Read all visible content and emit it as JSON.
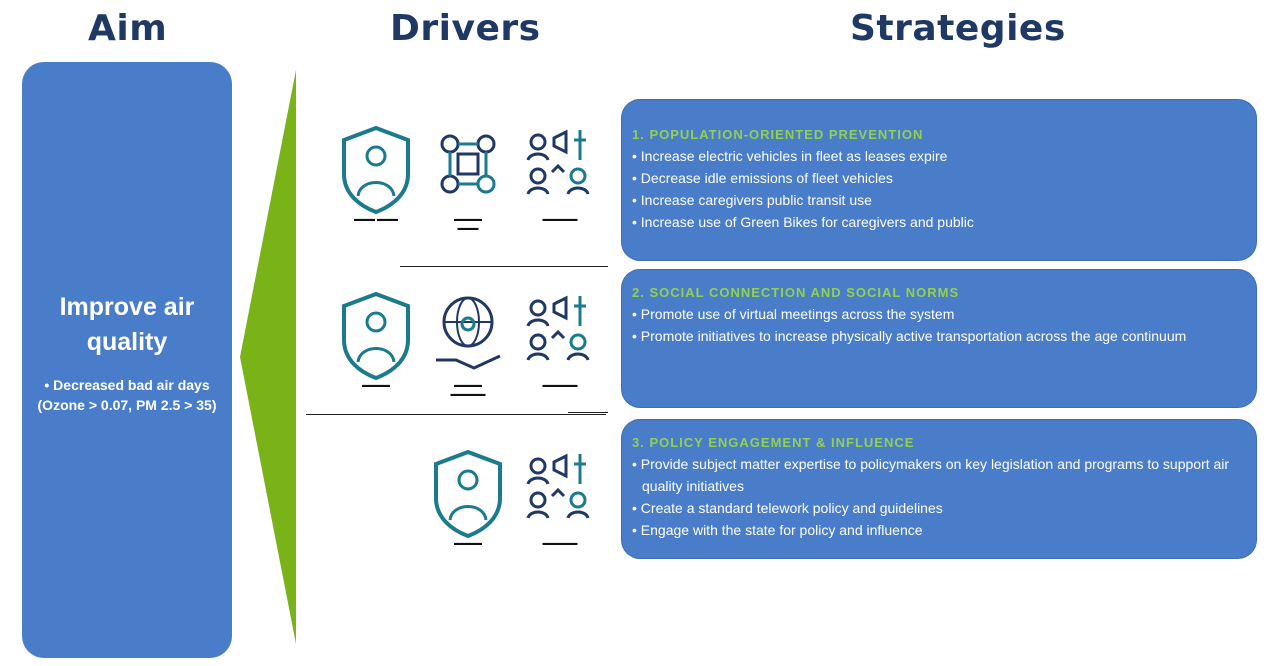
{
  "headers": {
    "aim": "Aim",
    "drivers": "Drivers",
    "strategies": "Strategies"
  },
  "aim": {
    "title": "Improve air quality",
    "bullet": "• Decreased bad air days (Ozone > 0.07, PM 2.5 > 35)"
  },
  "strategies": [
    {
      "heading": "1. Population-Oriented Prevention",
      "items": [
        "Increase electric vehicles in fleet as leases expire",
        "Decrease idle emissions of fleet vehicles",
        "Increase caregivers public transit use",
        "Increase use of Green Bikes for caregivers and public"
      ]
    },
    {
      "heading": "2. Social Connection and Social Norms",
      "items": [
        "Promote use of virtual meetings across the system",
        "Promote initiatives to increase physically active transportation across the age continuum"
      ]
    },
    {
      "heading": "3. Policy Engagement & Influence",
      "items": [
        "Provide subject matter expertise to policymakers on key legislation and programs to support air quality initiatives",
        "Create a standard telework policy and guidelines",
        "Engage with the state for policy and influence"
      ]
    }
  ],
  "colors": {
    "box": "#4a7dc9",
    "heading": "#92d050",
    "arrow": "#7ab317",
    "title": "#1f3864",
    "icon": "#1b7a8c"
  },
  "driver_icons": {
    "row1": [
      "shield-person-icon",
      "community-network-icon",
      "advocacy-team-icon"
    ],
    "row2": [
      "shield-person-icon",
      "globe-hand-icon",
      "advocacy-team-icon"
    ],
    "row3": [
      "shield-person-icon",
      "advocacy-team-icon"
    ]
  }
}
